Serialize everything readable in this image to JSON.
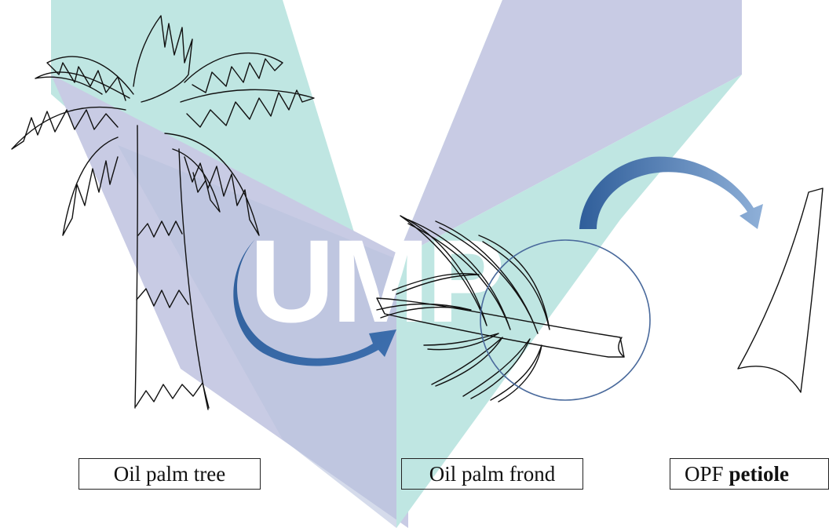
{
  "labels": {
    "tree": "Oil palm tree",
    "frond": "Oil palm frond",
    "petiole_prefix": "OPF",
    "petiole_bold": "petiole"
  },
  "watermark": {
    "text": "UMP",
    "colors": {
      "teal": "#bfe6e2",
      "lavender": "#c8cbe4",
      "overlap": "#b9c3dd"
    }
  },
  "colors": {
    "arrow_dark": "#2f5e9a",
    "arrow_light": "#7ea3cf",
    "circle_stroke": "#4a6a9c",
    "line_art": "#111111"
  },
  "icons": [
    "oil-palm-tree-icon",
    "palm-frond-icon",
    "petiole-icon",
    "curved-arrow-icon"
  ]
}
